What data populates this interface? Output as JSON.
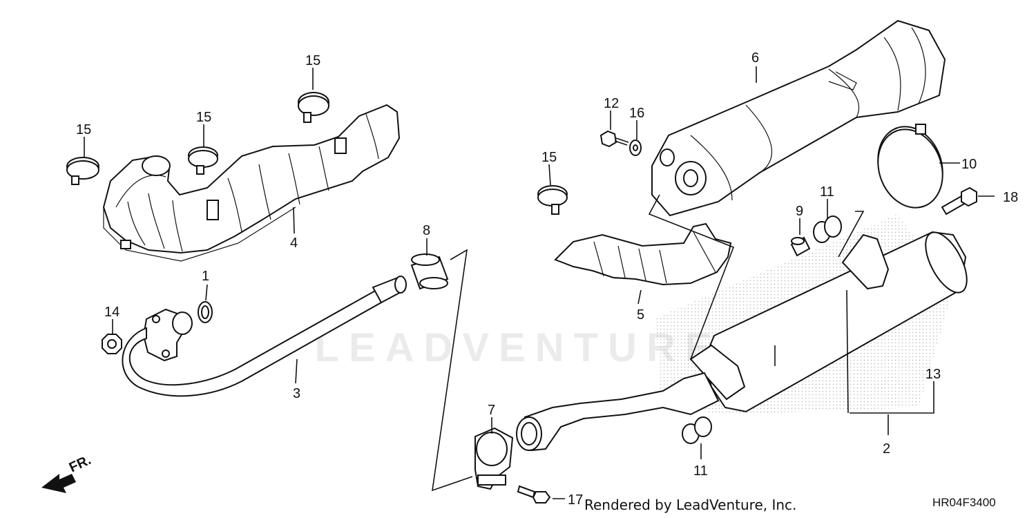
{
  "diagram": {
    "callouts": [
      {
        "id": "c1",
        "text": "1"
      },
      {
        "id": "c2",
        "text": "2"
      },
      {
        "id": "c3",
        "text": "3"
      },
      {
        "id": "c4",
        "text": "4"
      },
      {
        "id": "c5",
        "text": "5"
      },
      {
        "id": "c6",
        "text": "6"
      },
      {
        "id": "c7",
        "text": "7"
      },
      {
        "id": "c8",
        "text": "8"
      },
      {
        "id": "c9",
        "text": "9"
      },
      {
        "id": "c10",
        "text": "10"
      },
      {
        "id": "c11a",
        "text": "11"
      },
      {
        "id": "c11b",
        "text": "11"
      },
      {
        "id": "c12",
        "text": "12"
      },
      {
        "id": "c13",
        "text": "13"
      },
      {
        "id": "c14",
        "text": "14"
      },
      {
        "id": "c15a",
        "text": "15"
      },
      {
        "id": "c15b",
        "text": "15"
      },
      {
        "id": "c15c",
        "text": "15"
      },
      {
        "id": "c15d",
        "text": "15"
      },
      {
        "id": "c16",
        "text": "16"
      },
      {
        "id": "c17",
        "text": "17"
      },
      {
        "id": "c18",
        "text": "18"
      }
    ],
    "front_arrow_label": "FR.",
    "credit": "Rendered by LeadVenture, Inc.",
    "diagram_code": "HR04F3400",
    "watermark": "LEADVENTURE"
  }
}
